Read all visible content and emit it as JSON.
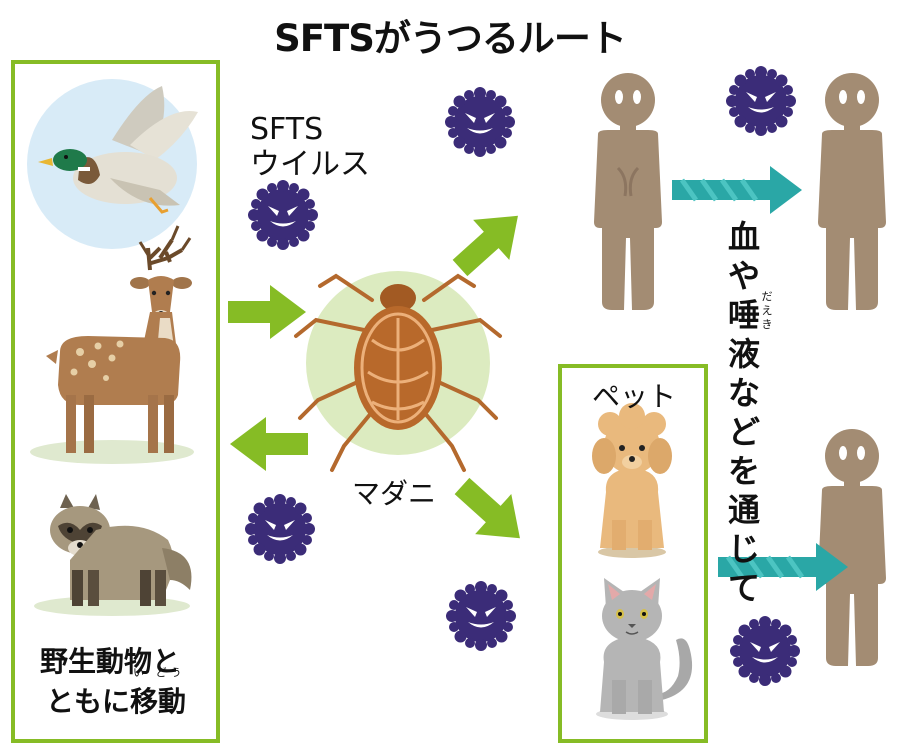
{
  "title": "SFTSがうつるルート",
  "virus_label": {
    "line1": "SFTS",
    "line2": "ウイルス"
  },
  "tick_label": "マダニ",
  "pet_label": "ペット",
  "wild_caption": {
    "line1": "野生動物と",
    "line2": "ともに移動",
    "ruby": "い どう"
  },
  "human_transmission": {
    "chars": [
      "血",
      "や",
      "唾",
      "液",
      "な",
      "ど",
      "を",
      "通",
      "じ",
      "て"
    ],
    "ruby": [
      "だ",
      "え",
      "き"
    ]
  },
  "nodes": {
    "wild_animals": [
      "duck-icon",
      "deer-icon",
      "raccoon-dog-icon"
    ],
    "pets": [
      "dog-icon",
      "cat-icon"
    ],
    "humans": [
      "human-icon",
      "human-icon",
      "human-icon"
    ]
  },
  "colors": {
    "green_arrow": "#86bc25",
    "teal_arrow": "#2aa7a6",
    "box_border": "#86bc25",
    "virus": "#3b2c78",
    "human": "#a38c73",
    "tick_circle": "#dcebc0"
  }
}
